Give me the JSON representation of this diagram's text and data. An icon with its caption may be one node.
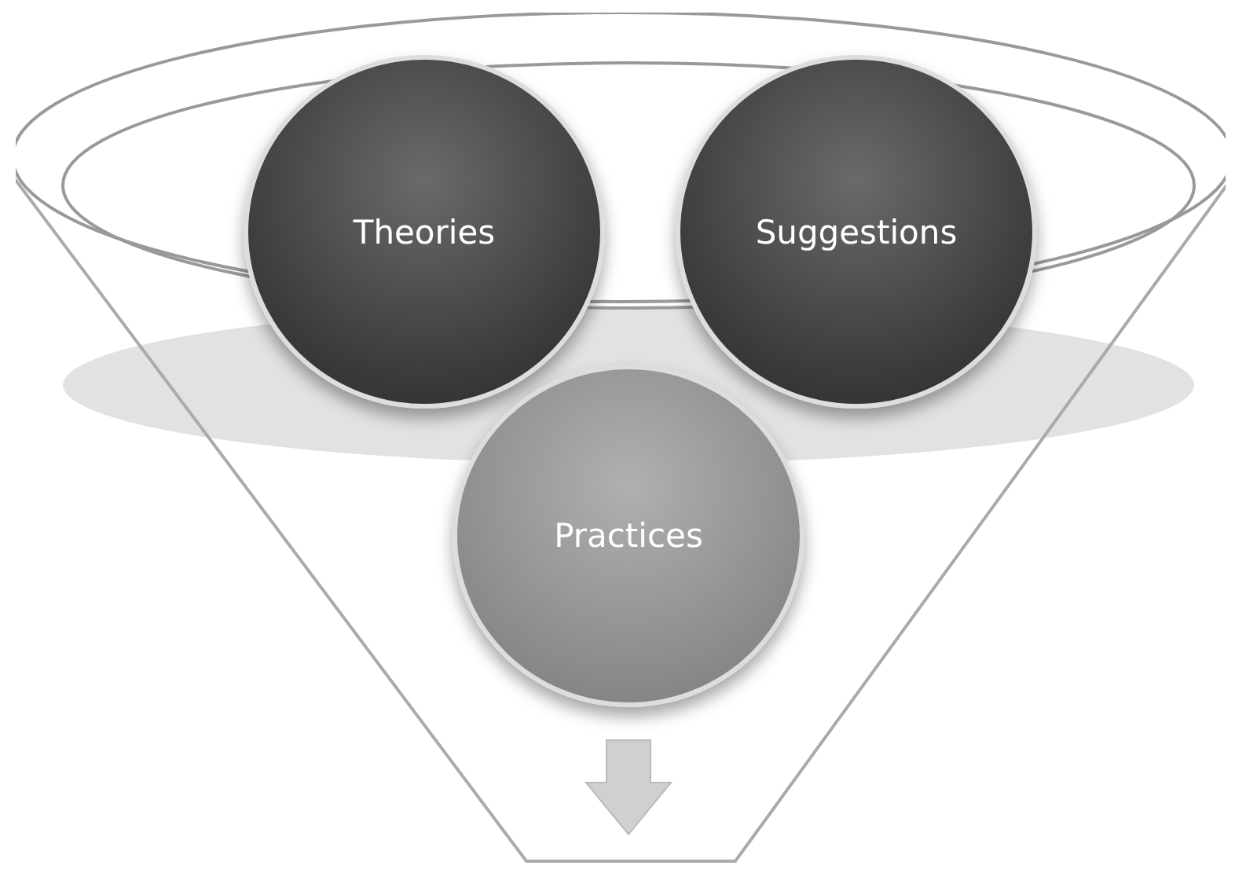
{
  "diagram": {
    "nodes": [
      {
        "text": [],
        "shape": "funnel"
      },
      {
        "text": [
          "Theories"
        ],
        "in": 0
      },
      {
        "text": [
          "Suggestions"
        ],
        "in": 0
      },
      {
        "text": [
          "Practices"
        ],
        "in": 0
      }
    ]
  }
}
